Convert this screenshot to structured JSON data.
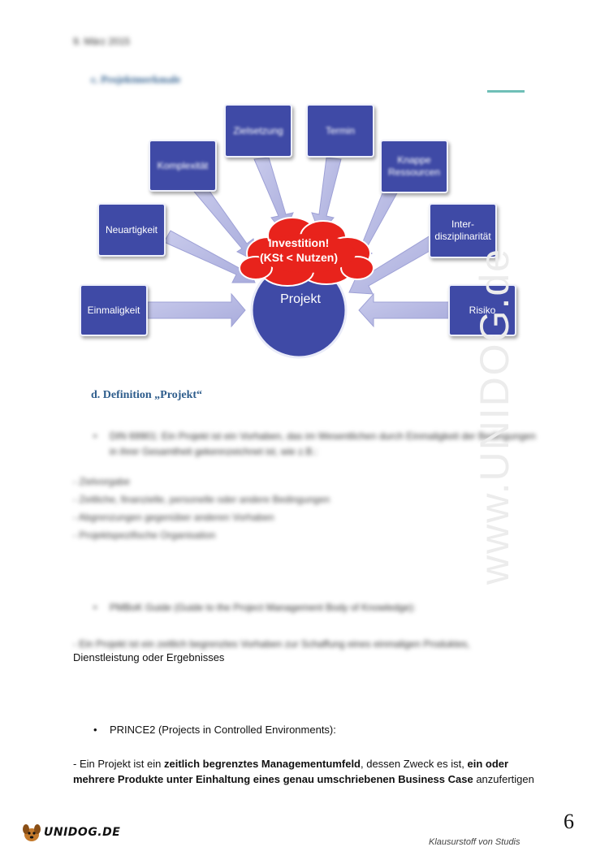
{
  "header": {
    "date": "9. März 2015"
  },
  "section_c": {
    "heading": "c.   Projektmerkmale"
  },
  "diagram": {
    "hub": "Projekt",
    "cloud_line1": "Investition!",
    "cloud_line2": "(KSt < Nutzen)",
    "nodes": {
      "einmaligkeit": "Einmaligkeit",
      "neuartigkeit": "Neuartigkeit",
      "komplexitaet": "Komplexität",
      "zielsetzung": "Zielsetzung",
      "termin": "Termin",
      "knappe_ressourcen": "Knappe Ressourcen",
      "interdisziplinaritaet_1": "Inter-",
      "interdisziplinaritaet_2": "disziplinarität",
      "risiko": "Risiko"
    },
    "colors": {
      "box": "#3f4aa6",
      "arrow": "#b9bbe3",
      "cloud": "#e8231c"
    }
  },
  "section_d": {
    "heading": "d.   Definition „Projekt“"
  },
  "din": {
    "bullet": "DIN 69901: Ein Projekt ist ein Vorhaben, das im Wesentlichen durch Einmaligkeit der Bedingungen in ihrer Gesamtheit gekennzeichnet ist, wie z.B.:",
    "items": [
      "- Zielvorgabe",
      "- Zeitliche, finanzielle, personelle oder andere Bedingungen",
      "- Abgrenzungen gegenüber anderen Vorhaben",
      "- Projektspezifische Organisation"
    ]
  },
  "pmbok": {
    "bullet": "PMBoK Guide (Guide to the Project Management Body of Knowledge):",
    "line": "- Ein Projekt ist ein zeitlich begrenztes Vorhaben zur Schaffung eines einmaligen Produktes,",
    "cont": "Dienstleistung oder Ergebnisses"
  },
  "prince2": {
    "bullet": "PRINCE2 (Projects in Controlled Environments):",
    "t1": "- Ein Projekt ist ein ",
    "b1": "zeitlich begrenztes Managementumfeld",
    "t2": ", dessen Zweck es ist, ",
    "b2": "ein oder mehrere Produkte unter Einhaltung eines genau umschriebenen Business Case",
    "t3": " anzufertigen"
  },
  "watermark": "www.UNIDOG.de",
  "footer": {
    "page_number": "6",
    "logo_text": "UNIDOG.DE",
    "text": "Klausurstoff  von  Studis"
  }
}
